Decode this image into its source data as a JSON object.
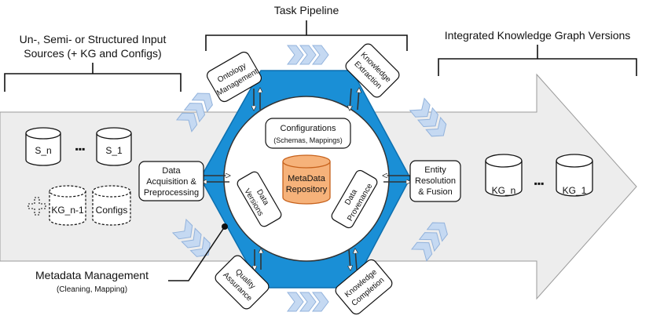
{
  "headings": {
    "task_pipeline": "Task Pipeline",
    "input_line1": "Un-, Semi- or Structured Input",
    "input_line2": "Sources (+ KG and Configs)",
    "output": "Integrated Knowledge Graph Versions"
  },
  "sources": {
    "s_n": "S_n",
    "s_1": "S_1",
    "ellipsis": "▪▪▪",
    "kg_prev": "KG_n-1",
    "configs": "Configs"
  },
  "outputs": {
    "kg_n": "KG_n",
    "kg_1": "KG_1",
    "ellipsis": "▪▪▪"
  },
  "tasks": {
    "ontology_l1": "Ontology",
    "ontology_l2": "Management",
    "extraction_l1": "Knowledge",
    "extraction_l2": "Extraction",
    "acquisition_l1": "Data",
    "acquisition_l2": "Acquisition &",
    "acquisition_l3": "Preprocessing",
    "resolution_l1": "Entity",
    "resolution_l2": "Resolution",
    "resolution_l3": "& Fusion",
    "quality_l1": "Quality",
    "quality_l2": "Assurance",
    "completion_l1": "Knowledge",
    "completion_l2": "Completion"
  },
  "metadata": {
    "configurations_l1": "Configurations",
    "configurations_l2": "(Schemas, Mappings)",
    "repository_l1": "MetaData",
    "repository_l2": "Repository",
    "versions_l1": "Data",
    "versions_l2": "Versions",
    "provenance_l1": "Data",
    "provenance_l2": "Provenance"
  },
  "callout": {
    "title": "Metadata Management",
    "subtitle": "(Cleaning, Mapping)"
  },
  "colors": {
    "hexagon": "#1a8fd6",
    "repository": "#f6b27a",
    "chevron": "#c5d9f2",
    "big_arrow": "#ededed"
  }
}
